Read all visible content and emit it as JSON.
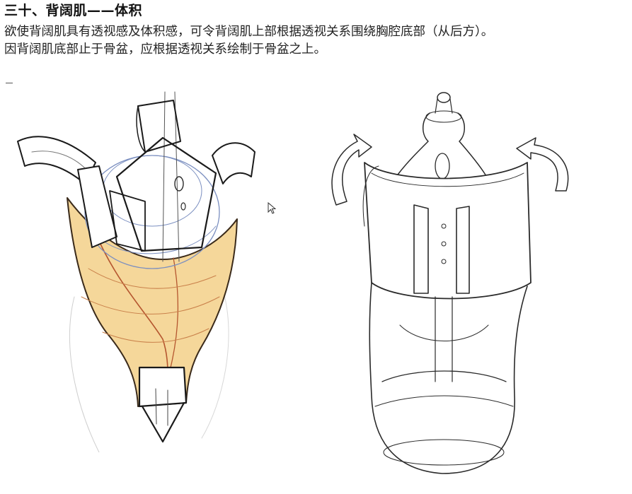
{
  "page": {
    "heading": "三十、背阔肌——体积",
    "paragraphs": [
      "欲使背阔肌具有透视感及体积感，可令背阔肌上部根据透视关系围绕胸腔底部（从后方）。",
      "因背阔肌底部止于骨盆，应根据透视关系绘制于骨盆之上。"
    ]
  },
  "colors": {
    "muscle_fill": "#f5d79a",
    "muscle_line": "#b5562f",
    "sketch_line": "#2a2a2a",
    "blue_line": "#7b8fc0"
  }
}
